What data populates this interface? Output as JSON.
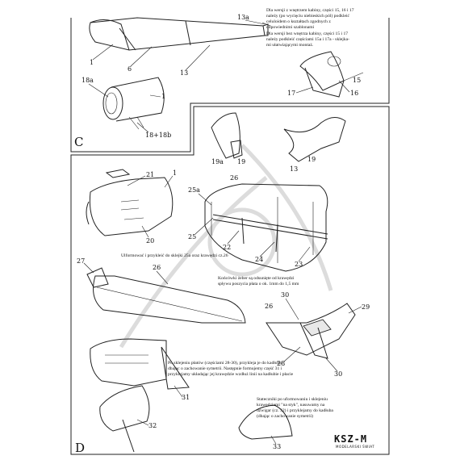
{
  "sections": {
    "c": "C",
    "d": "D"
  },
  "notes": {
    "n1": [
      "Dla wersji z wnętrzem kabiny, części 15, 16 i 17",
      "należy (po wycięciu niebieskich pól) podkleić",
      "celuloidem o kształtach zgodnych z",
      "odpowiednimi szablonami"
    ],
    "n2": [
      "Dla wersji bez wnętrza kabiny, części 15 i 17",
      "należy podkleić częściami 15a i 17a - sklejka-",
      "mi ułatwiającymi montaż."
    ],
    "n3": [
      "Ulformować i przykleić do sklejki 25a oraz krawędzi cz.26"
    ],
    "n4": [
      "Końcówki żeber są odsunięte od krawędzi",
      "spływu poszycia płata o ok. 1mm do 1,5 mm"
    ],
    "n5": [
      "Po sklejeniu płatów (częściami 28-30), przykleja je do kadłuba",
      "dbając o zachowanie symetrii. Następnie formujemy część 31 i",
      "przyklejamy układając jej krawędzie wzdłuż linii na kadłubie i płacie"
    ],
    "n6": [
      "Stateczniki po uformowaniu i sklejeniu",
      "krawędziami \"na styk\", nasuwamy na",
      "dźwigar (cz. 32) i przyklejamy do kadłuba",
      "(dbając o zachowanie symetrii)"
    ]
  },
  "labels": {
    "p1a": "1",
    "p6": "6",
    "p13a": "13",
    "p13a_tab": "13a",
    "p18a": "18a",
    "p1b": "1",
    "p18b": "18+18b",
    "p15": "15",
    "p16": "16",
    "p17": "17",
    "p19a": "19a",
    "p19": "19",
    "p13b": "13",
    "p19b": "19",
    "p21": "21",
    "p1c": "1",
    "p20": "20",
    "p26a": "26",
    "p25a": "25a",
    "p25": "25",
    "p22": "22",
    "p24": "24",
    "p23": "23",
    "p27": "27",
    "p26b": "26",
    "p30": "30",
    "p29": "29",
    "p26c": "26",
    "p28": "28",
    "p30b": "30",
    "p31": "31",
    "p32": "32",
    "p33": "33"
  },
  "logo": {
    "mark": "KSZ-M",
    "sub": "MODELARSKI ŚWIAT"
  }
}
